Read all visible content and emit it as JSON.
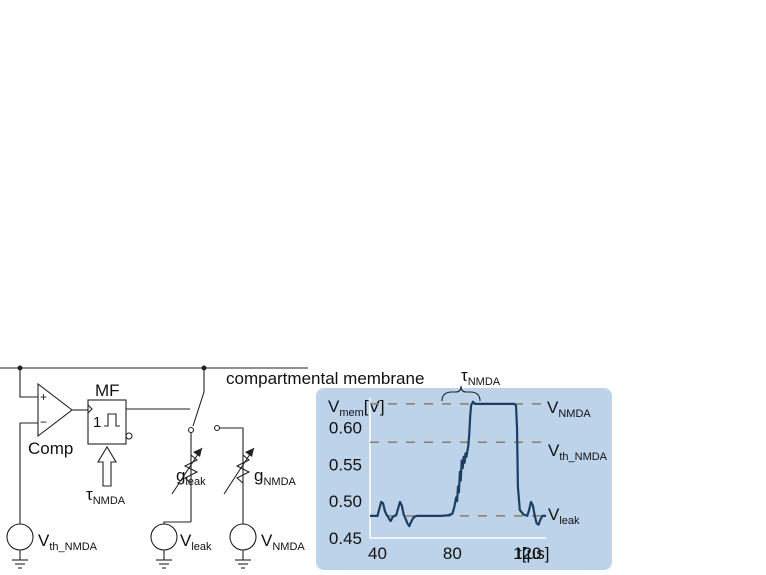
{
  "circuit": {
    "membrane_label": "compartmental membrane",
    "comp_label": "Comp",
    "mf_label": "MF",
    "mf_one": "1",
    "tau": {
      "main": "τ",
      "sub": "NMDA"
    },
    "g_leak": {
      "main": "g",
      "sub": "leak"
    },
    "g_nmda": {
      "main": "g",
      "sub": "NMDA"
    },
    "v_th": {
      "main": "V",
      "sub": "th_NMDA"
    },
    "v_leak": {
      "main": "V",
      "sub": "leak"
    },
    "v_nmda": {
      "main": "V",
      "sub": "NMDA"
    },
    "plus": "+",
    "minus": "−"
  },
  "plot": {
    "background": "#bcd3ea",
    "trace_color": "#1b3f63",
    "dash_color": "#8a7e6e",
    "top_tau": {
      "main": "τ",
      "sub": "NMDA"
    },
    "ylabel": {
      "main": "V",
      "sub": "mem",
      "unit": "[V]"
    },
    "xlabel": "t[µs]",
    "right_labels": {
      "nmda": {
        "main": "V",
        "sub": "NMDA"
      },
      "th": {
        "main": "V",
        "sub": "th_NMDA"
      },
      "leak": {
        "main": "V",
        "sub": "leak"
      }
    }
  },
  "chart_data": {
    "type": "line",
    "title": "",
    "xlabel": "t[µs]",
    "ylabel": "Vmem[V]",
    "xlim": [
      36,
      130
    ],
    "ylim": [
      0.45,
      0.64
    ],
    "xticks": [
      40,
      80,
      120
    ],
    "yticks": [
      0.45,
      0.5,
      0.55,
      0.6
    ],
    "ytick_labels": [
      "0.45",
      "0.50",
      "0.55",
      "0.60"
    ],
    "reference_levels": [
      {
        "name": "VNMDA",
        "y": 0.632
      },
      {
        "name": "Vth_NMDA",
        "y": 0.58
      },
      {
        "name": "Vleak",
        "y": 0.48
      }
    ],
    "series": [
      {
        "x": [
          36,
          40,
          41,
          42,
          43,
          44,
          45,
          46,
          47,
          48,
          49,
          50,
          51,
          52,
          53,
          54,
          55,
          56,
          57,
          58,
          59,
          60,
          61,
          62,
          63,
          64,
          66,
          70,
          74,
          78,
          80,
          81,
          82,
          82.5,
          83,
          83.5,
          84,
          84.5,
          85,
          85.5,
          86,
          86.5,
          87,
          87.5,
          88,
          88.5,
          89,
          89.5,
          90,
          91,
          92,
          95,
          100,
          105,
          110,
          113,
          114,
          114.5,
          115,
          116,
          118,
          120,
          121,
          122,
          123,
          124,
          125,
          126,
          127,
          128,
          130
        ],
        "y": [
          0.48,
          0.48,
          0.49,
          0.499,
          0.497,
          0.486,
          0.481,
          0.477,
          0.473,
          0.478,
          0.48,
          0.481,
          0.49,
          0.499,
          0.494,
          0.482,
          0.476,
          0.47,
          0.466,
          0.472,
          0.477,
          0.479,
          0.48,
          0.48,
          0.48,
          0.48,
          0.48,
          0.48,
          0.48,
          0.481,
          0.483,
          0.492,
          0.505,
          0.5,
          0.52,
          0.512,
          0.54,
          0.528,
          0.555,
          0.545,
          0.56,
          0.552,
          0.565,
          0.56,
          0.568,
          0.575,
          0.59,
          0.615,
          0.63,
          0.635,
          0.632,
          0.632,
          0.632,
          0.632,
          0.632,
          0.632,
          0.63,
          0.6,
          0.52,
          0.488,
          0.482,
          0.48,
          0.488,
          0.499,
          0.494,
          0.48,
          0.47,
          0.468,
          0.475,
          0.48,
          0.48
        ]
      }
    ]
  }
}
